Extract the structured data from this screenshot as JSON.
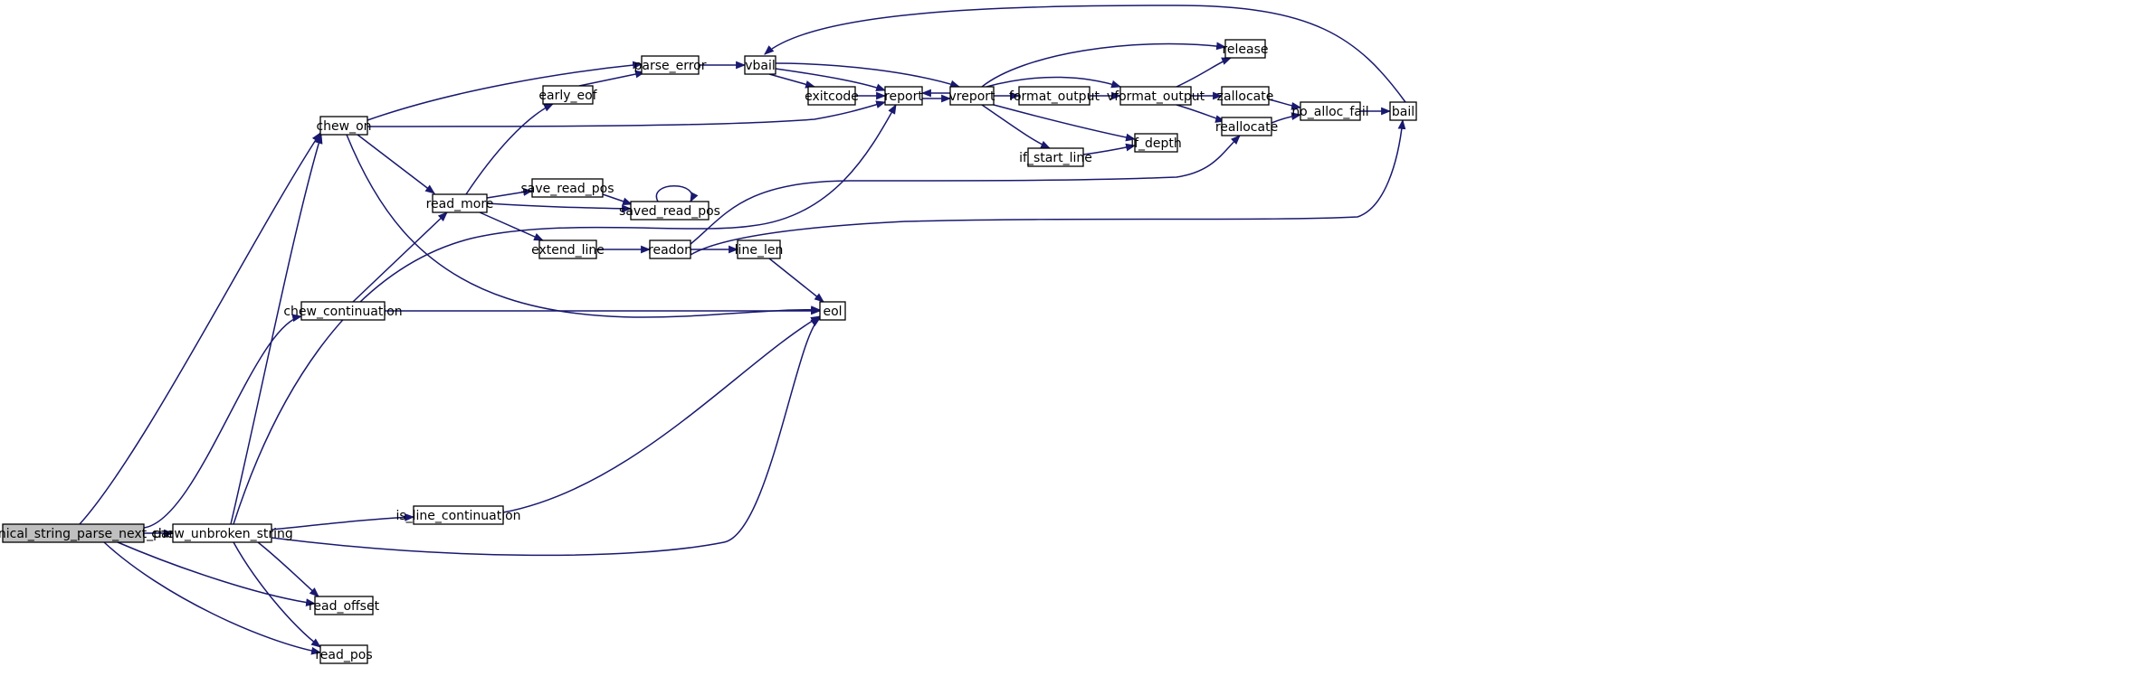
{
  "graph": {
    "title": "",
    "edge_color": "#191970",
    "root_fill": "#bfbfbf",
    "nodes": [
      {
        "id": "canonical_string_parse_next_part",
        "label": "canonical_string_parse_next_part",
        "root": true
      },
      {
        "id": "chew_on",
        "label": "chew_on"
      },
      {
        "id": "chew_continuation",
        "label": "chew_continuation"
      },
      {
        "id": "chew_unbroken_string",
        "label": "chew_unbroken_string"
      },
      {
        "id": "read_offset",
        "label": "read_offset"
      },
      {
        "id": "read_pos",
        "label": "read_pos"
      },
      {
        "id": "read_more",
        "label": "read_more"
      },
      {
        "id": "is_line_continuation",
        "label": "is_line_continuation"
      },
      {
        "id": "early_eof",
        "label": "early_eof"
      },
      {
        "id": "parse_error",
        "label": "parse_error"
      },
      {
        "id": "save_read_pos",
        "label": "save_read_pos"
      },
      {
        "id": "saved_read_pos",
        "label": "saved_read_pos"
      },
      {
        "id": "extend_line",
        "label": "extend_line"
      },
      {
        "id": "readon",
        "label": "readon"
      },
      {
        "id": "line_len",
        "label": "line_len"
      },
      {
        "id": "eol",
        "label": "eol"
      },
      {
        "id": "vbail",
        "label": "vbail"
      },
      {
        "id": "exitcode",
        "label": "exitcode"
      },
      {
        "id": "report",
        "label": "report"
      },
      {
        "id": "vreport",
        "label": "vreport"
      },
      {
        "id": "format_output",
        "label": "format_output"
      },
      {
        "id": "if_start_line",
        "label": "if_start_line"
      },
      {
        "id": "vformat_output",
        "label": "vformat_output"
      },
      {
        "id": "if_depth",
        "label": "if_depth"
      },
      {
        "id": "release",
        "label": "release"
      },
      {
        "id": "zallocate",
        "label": "zallocate"
      },
      {
        "id": "reallocate",
        "label": "reallocate"
      },
      {
        "id": "no_alloc_fail",
        "label": "no_alloc_fail"
      },
      {
        "id": "bail",
        "label": "bail"
      }
    ],
    "edges": [
      {
        "from": "canonical_string_parse_next_part",
        "to": "chew_on"
      },
      {
        "from": "canonical_string_parse_next_part",
        "to": "chew_continuation"
      },
      {
        "from": "canonical_string_parse_next_part",
        "to": "chew_unbroken_string"
      },
      {
        "from": "canonical_string_parse_next_part",
        "to": "read_offset"
      },
      {
        "from": "canonical_string_parse_next_part",
        "to": "read_pos"
      },
      {
        "from": "chew_on",
        "to": "parse_error"
      },
      {
        "from": "chew_on",
        "to": "report"
      },
      {
        "from": "chew_on",
        "to": "read_more"
      },
      {
        "from": "chew_on",
        "to": "eol"
      },
      {
        "from": "chew_continuation",
        "to": "read_more"
      },
      {
        "from": "chew_continuation",
        "to": "eol"
      },
      {
        "from": "chew_unbroken_string",
        "to": "chew_on"
      },
      {
        "from": "chew_unbroken_string",
        "to": "report"
      },
      {
        "from": "chew_unbroken_string",
        "to": "is_line_continuation"
      },
      {
        "from": "chew_unbroken_string",
        "to": "eol"
      },
      {
        "from": "chew_unbroken_string",
        "to": "read_offset"
      },
      {
        "from": "chew_unbroken_string",
        "to": "read_pos"
      },
      {
        "from": "is_line_continuation",
        "to": "eol"
      },
      {
        "from": "read_more",
        "to": "early_eof"
      },
      {
        "from": "read_more",
        "to": "save_read_pos"
      },
      {
        "from": "read_more",
        "to": "saved_read_pos"
      },
      {
        "from": "read_more",
        "to": "extend_line"
      },
      {
        "from": "early_eof",
        "to": "parse_error"
      },
      {
        "from": "parse_error",
        "to": "vbail"
      },
      {
        "from": "save_read_pos",
        "to": "saved_read_pos"
      },
      {
        "from": "saved_read_pos",
        "to": "saved_read_pos"
      },
      {
        "from": "extend_line",
        "to": "readon"
      },
      {
        "from": "readon",
        "to": "line_len"
      },
      {
        "from": "readon",
        "to": "reallocate"
      },
      {
        "from": "readon",
        "to": "bail"
      },
      {
        "from": "line_len",
        "to": "eol"
      },
      {
        "from": "vbail",
        "to": "exitcode"
      },
      {
        "from": "vbail",
        "to": "report"
      },
      {
        "from": "vbail",
        "to": "vreport"
      },
      {
        "from": "exitcode",
        "to": "report"
      },
      {
        "from": "report",
        "to": "vreport"
      },
      {
        "from": "vreport",
        "to": "report"
      },
      {
        "from": "vreport",
        "to": "format_output"
      },
      {
        "from": "vreport",
        "to": "vformat_output"
      },
      {
        "from": "vreport",
        "to": "if_start_line"
      },
      {
        "from": "vreport",
        "to": "if_depth"
      },
      {
        "from": "vreport",
        "to": "release"
      },
      {
        "from": "format_output",
        "to": "vformat_output"
      },
      {
        "from": "if_start_line",
        "to": "if_depth"
      },
      {
        "from": "vformat_output",
        "to": "release"
      },
      {
        "from": "vformat_output",
        "to": "zallocate"
      },
      {
        "from": "vformat_output",
        "to": "reallocate"
      },
      {
        "from": "zallocate",
        "to": "no_alloc_fail"
      },
      {
        "from": "reallocate",
        "to": "no_alloc_fail"
      },
      {
        "from": "no_alloc_fail",
        "to": "bail"
      },
      {
        "from": "bail",
        "to": "vbail"
      }
    ]
  }
}
